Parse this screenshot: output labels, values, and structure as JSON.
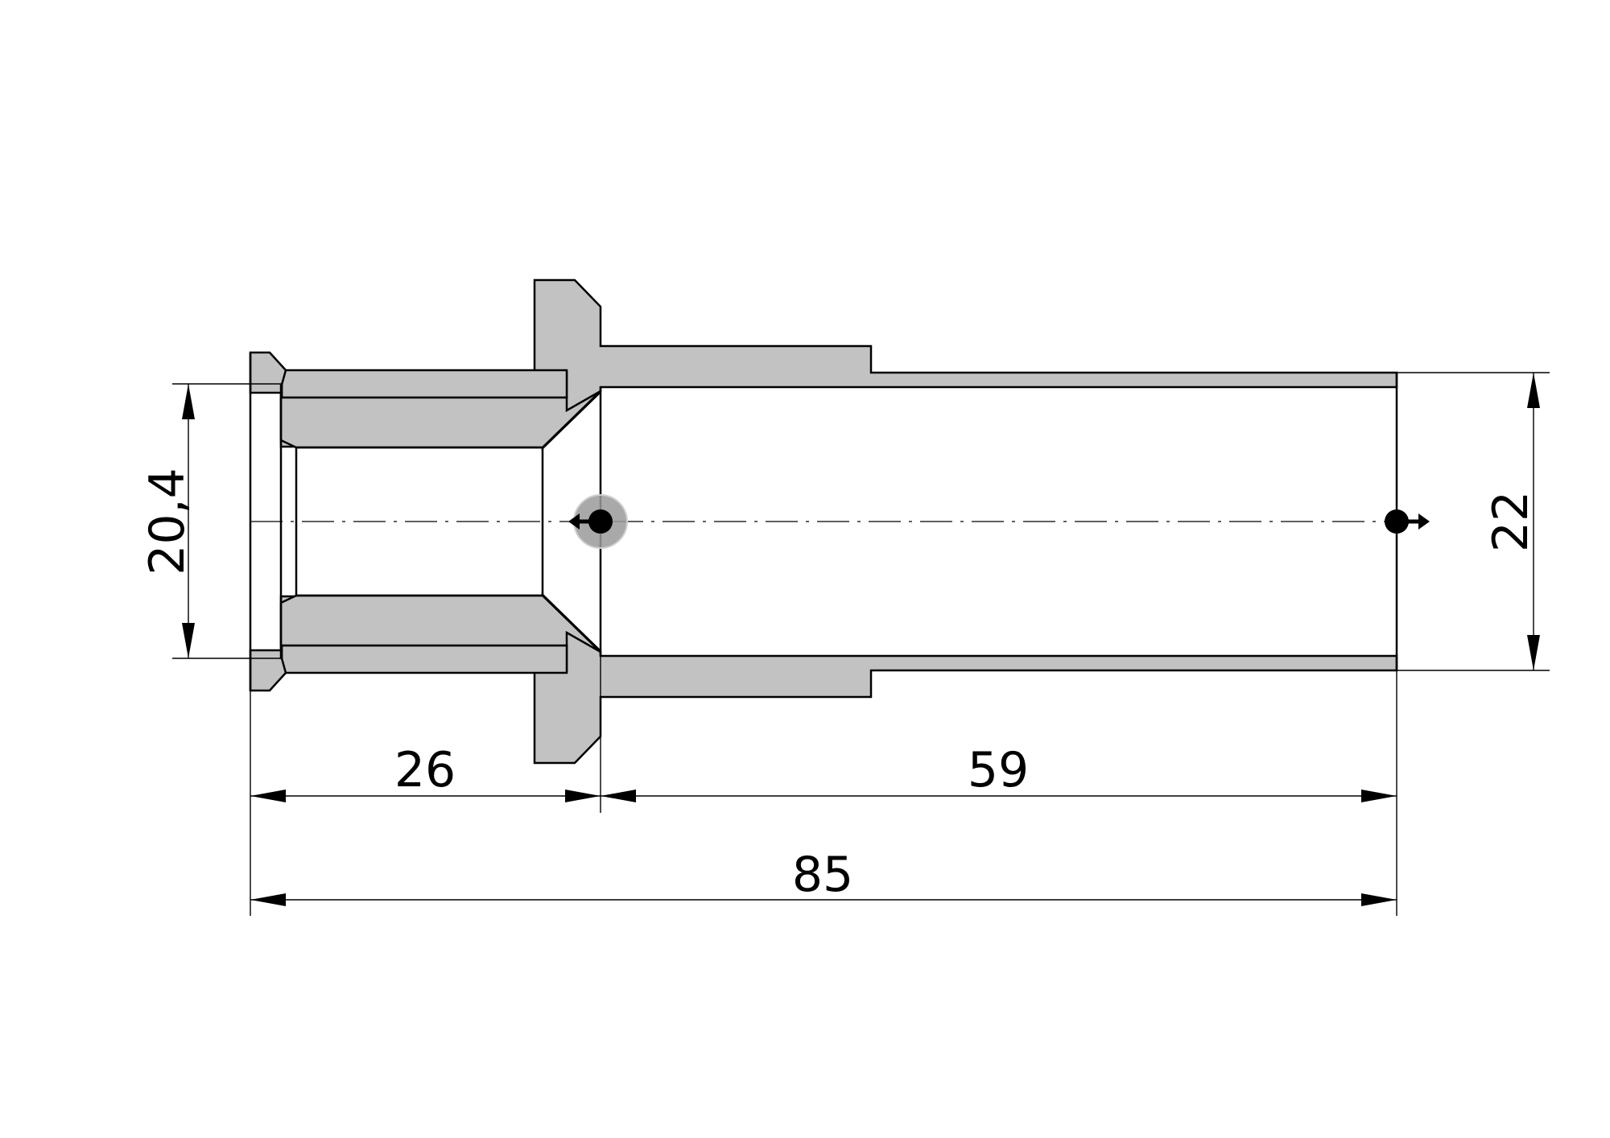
{
  "drawing": {
    "dimensions": {
      "left_diameter": "20,4",
      "right_diameter": "22",
      "segment_left_length": "26",
      "segment_right_length": "59",
      "overall_length": "85"
    }
  }
}
